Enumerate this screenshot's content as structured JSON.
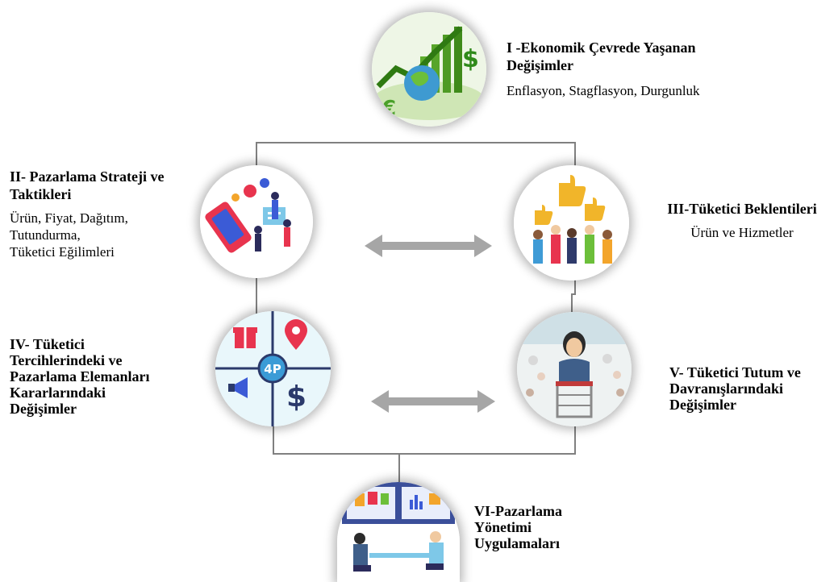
{
  "nodes": {
    "n1": {
      "title": "I -Ekonomik Çevrede Yaşanan Değişimler",
      "title_line1": "I -Ekonomik Çevrede Yaşanan",
      "title_line2": "Değişimler",
      "subtitle": "Enflasyon, Stagflasyon, Durgunluk",
      "icon": "economy-globe-icon"
    },
    "n2": {
      "title_line1": "II- Pazarlama Strateji ve",
      "title_line2": "Taktikleri",
      "sub_line1": "Ürün, Fiyat, Dağıtım,",
      "sub_line2": "Tutundurma,",
      "sub_line3": "Tüketici Eğilimleri",
      "icon": "digital-marketing-icon"
    },
    "n3": {
      "title": "III-Tüketici Beklentileri",
      "subtitle": "Ürün ve Hizmetler",
      "icon": "thumbs-up-crowd-icon"
    },
    "n4": {
      "title_line1": "IV- Tüketici",
      "title_line2": "Tercihlerindeki ve",
      "title_line3": "Pazarlama Elemanları",
      "title_line4": "Kararlarındaki",
      "title_line5": "Değişimler",
      "icon": "4p-marketing-mix-icon",
      "badge": "4P"
    },
    "n5": {
      "title_line1": "V- Tüketici Tutum ve",
      "title_line2": "Davranışlarındaki",
      "title_line3": "Değişimler",
      "icon": "shopping-woman-icon"
    },
    "n6": {
      "title_line1": "VI-Pazarlama",
      "title_line2": "Yönetimi",
      "title_line3": "Uygulamaları",
      "icon": "marketing-team-icon"
    }
  },
  "colors": {
    "connector": "#808080",
    "arrow": "#a6a6a6"
  }
}
